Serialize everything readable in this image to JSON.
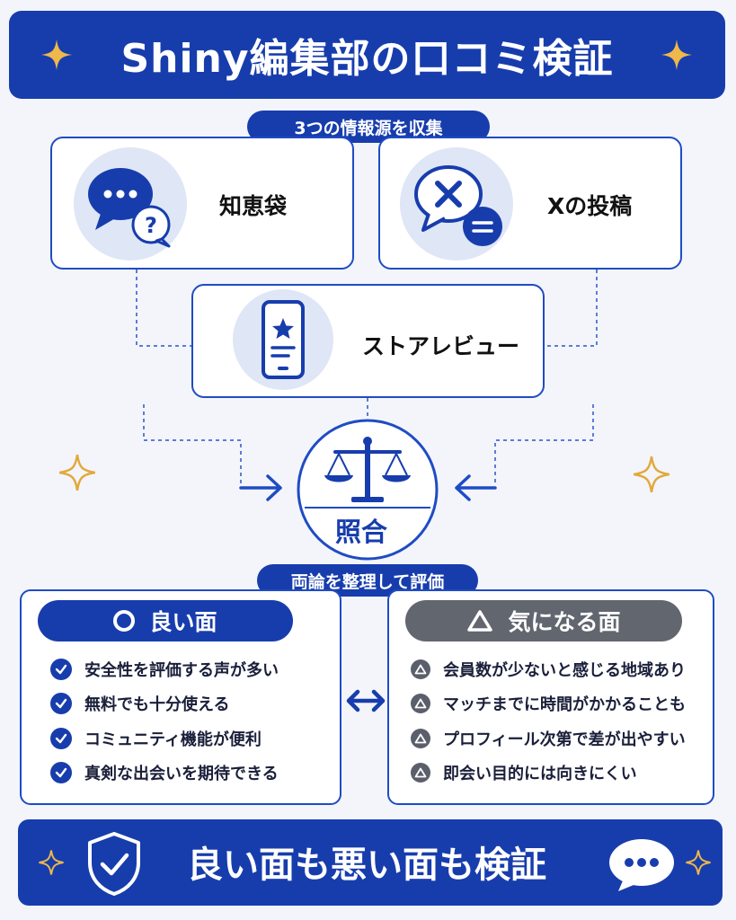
{
  "header": {
    "title": "Shiny編集部の口コミ検証"
  },
  "sources": {
    "section_label": "3つの情報源を収集",
    "items": [
      {
        "label": "知恵袋",
        "icon": "chat-question-icon"
      },
      {
        "label": "Xの投稿",
        "icon": "x-post-icon"
      },
      {
        "label": "ストアレビュー",
        "icon": "smartphone-star-icon"
      }
    ]
  },
  "compare": {
    "label": "照合",
    "icon": "scale-icon"
  },
  "evaluation": {
    "section_label": "両論を整理して評価",
    "good": {
      "title": "良い面",
      "items": [
        "安全性を評価する声が多い",
        "無料でも十分使える",
        "コミュニティ機能が便利",
        "真剣な出会いを期待できる"
      ]
    },
    "concern": {
      "title": "気になる面",
      "items": [
        "会員数が少ないと感じる地域あり",
        "マッチまでに時間がかかることも",
        "プロフィール次第で差が出やすい",
        "即会い目的には向きにくい"
      ]
    }
  },
  "footer": {
    "text": "良い面も悪い面も検証"
  },
  "colors": {
    "primary": "#173dad",
    "border": "#1f4cc4",
    "gray": "#5a5f6b",
    "sparkle": "#e2a93a",
    "background": "#f3f5fb"
  }
}
